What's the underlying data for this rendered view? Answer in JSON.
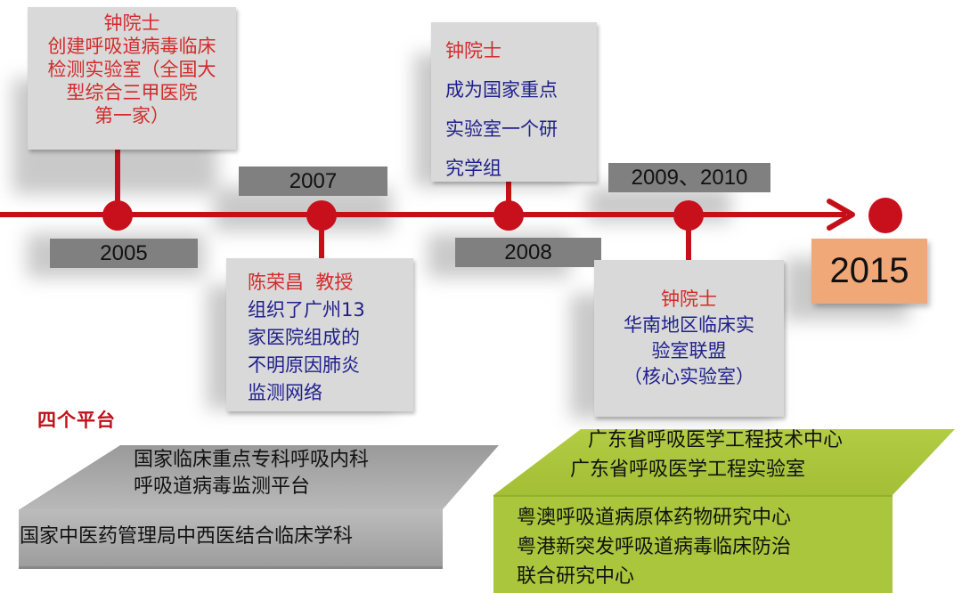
{
  "timeline": {
    "line_color": "#c41119",
    "events": [
      {
        "year": "2005",
        "position": "above",
        "person": "钟院士",
        "lines": [
          "创建呼吸道病毒临床",
          "检测实验室（全国大",
          "型综合三甲医院",
          "第一家）"
        ]
      },
      {
        "year": "2007",
        "position": "below",
        "person": "陈荣昌  教授",
        "lines": [
          "组织了广州13",
          "家医院组成的",
          "不明原因肺炎",
          "监测网络"
        ]
      },
      {
        "year": "2008",
        "position": "above",
        "person": "钟院士",
        "lines": [
          "成为国家重点",
          "实验室一个研",
          "究学组"
        ]
      },
      {
        "year": "2009、2010",
        "position": "below",
        "person": "钟院士",
        "lines": [
          "华南地区临床实",
          "验室联盟",
          "（核心实验室）"
        ]
      },
      {
        "year": "2015",
        "position": "end",
        "highlight_color": "#f0a878"
      }
    ]
  },
  "platforms": {
    "title": "四个平台",
    "gray_block": {
      "color": "#a6a6a6",
      "top_lines": [
        "国家临床重点专科呼吸内科",
        "呼吸道病毒监测平台"
      ],
      "front_lines": [
        "国家中医药管理局中西医结合临床学科"
      ]
    },
    "green_block": {
      "color": "#a9c63c",
      "top_lines": [
        "广东省呼吸医学工程技术中心",
        "广东省呼吸医学工程实验室"
      ],
      "front_lines": [
        "粤澳呼吸道病原体药物研究中心",
        "粤港新突发呼吸道病毒临床防治",
        "联合研究中心"
      ]
    }
  }
}
